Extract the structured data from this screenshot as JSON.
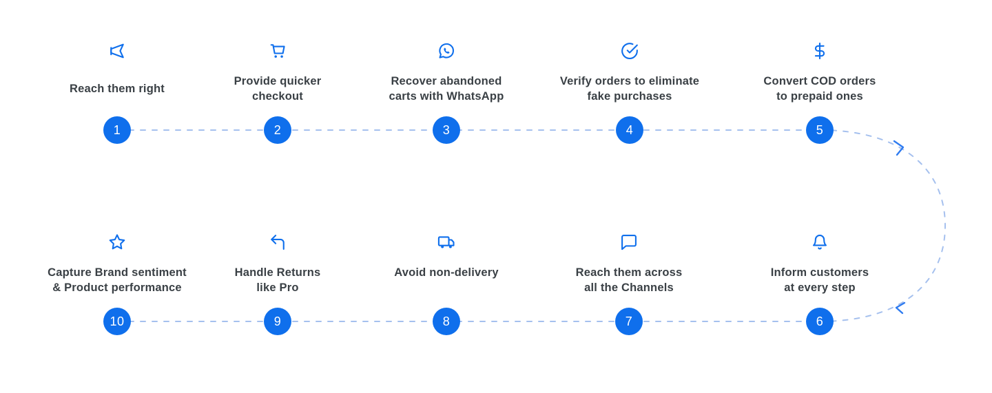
{
  "diagram": {
    "title": "10-step customer journey flow",
    "colors": {
      "accent": "#0F6FEC",
      "dash": "#A5C0EE",
      "arrow": "#2E7BF0",
      "text": "#3A4045",
      "background": "#FFFFFF",
      "badge_text": "#FFFFFF"
    },
    "steps": [
      {
        "number": "1",
        "icon": "megaphone-icon",
        "line1": "Reach them right",
        "line2": ""
      },
      {
        "number": "2",
        "icon": "shopping-cart-icon",
        "line1": "Provide quicker",
        "line2": "checkout"
      },
      {
        "number": "3",
        "icon": "whatsapp-icon",
        "line1": "Recover abandoned",
        "line2": "carts with WhatsApp"
      },
      {
        "number": "4",
        "icon": "check-circle-icon",
        "line1": "Verify orders to eliminate",
        "line2": "fake purchases"
      },
      {
        "number": "5",
        "icon": "dollar-icon",
        "line1": "Convert COD orders",
        "line2": "to prepaid ones"
      },
      {
        "number": "6",
        "icon": "bell-icon",
        "line1": "Inform customers",
        "line2": "at every step"
      },
      {
        "number": "7",
        "icon": "chat-bubble-icon",
        "line1": "Reach them across",
        "line2": "all the Channels"
      },
      {
        "number": "8",
        "icon": "truck-icon",
        "line1": "Avoid non-delivery",
        "line2": ""
      },
      {
        "number": "9",
        "icon": "return-arrow-icon",
        "line1": "Handle Returns",
        "line2": "like Pro"
      },
      {
        "number": "10",
        "icon": "star-icon",
        "line1": "Capture Brand sentiment",
        "line2": "& Product performance"
      }
    ]
  }
}
